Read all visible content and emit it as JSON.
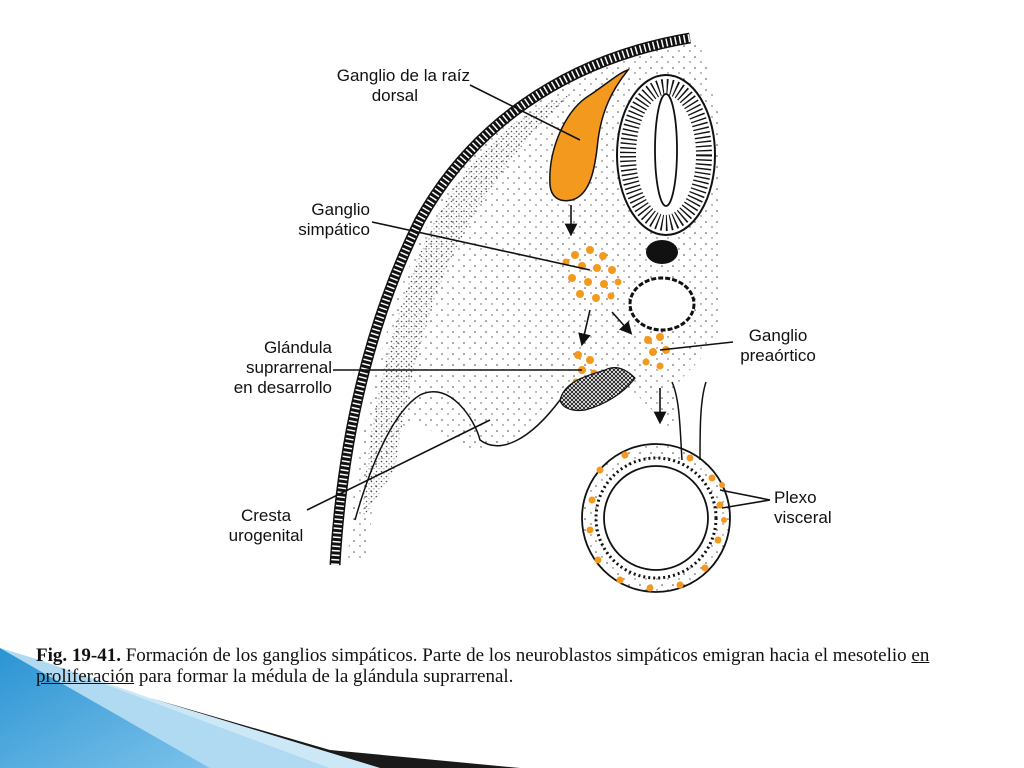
{
  "figure": {
    "labels": {
      "dorsal_root_ganglion": [
        "Ganglio de la raíz",
        "dorsal"
      ],
      "sympathetic_ganglion": [
        "Ganglio",
        "simpático"
      ],
      "adrenal_gland": [
        "Glándula",
        "suprarrenal",
        "en desarrollo"
      ],
      "urogenital_ridge": [
        "Cresta",
        "urogenital"
      ],
      "preaortic_ganglion": [
        "Ganglio",
        "preaórtico"
      ],
      "visceral_plexus": [
        "Plexo",
        "visceral"
      ]
    },
    "colors": {
      "ganglion_fill": "#f39a1e",
      "line": "#1a1a1a",
      "slide_blue": "#1e88c7",
      "slide_light_blue": "#5fb3e3"
    }
  },
  "caption": {
    "figure_number": "Fig. 19-41.",
    "text_before_underline": "Formación de los ganglios simpáticos. Parte de los neuroblastos simpáticos emigran hacia el mesotelio ",
    "underlined": "en proliferación",
    "text_after_underline": " para formar la médula de la glándula suprarrenal."
  }
}
